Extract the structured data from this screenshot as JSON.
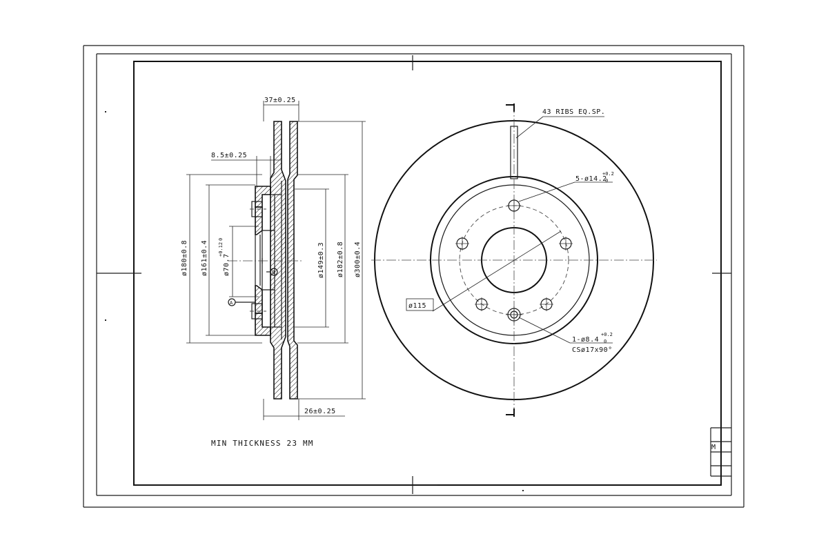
{
  "labels": {
    "width_total": "37±0.25",
    "hat_offset": "8.5±0.25",
    "hub_depth": "26±0.25",
    "dia_180": "ø180±0.8",
    "dia_161": "ø161±0.4",
    "dia_70": "ø70.7",
    "dia_70_tol_upper": "+0.12",
    "dia_70_tol_lower": "0",
    "dia_149": "ø149±0.3",
    "dia_182": "ø182±0.8",
    "dia_300": "ø300±0.4",
    "datum_a": "A",
    "datum_b": "B",
    "ribs": "43 RIBS EQ.SP.",
    "bolt_holes": "5-ø14.2",
    "bolt_tol_upper": "+0.2",
    "bolt_tol_lower": "0",
    "pcd": "ø115",
    "locating_hole": "1-ø8.4",
    "locating_tol_upper": "+0.2",
    "locating_tol_lower": "0",
    "countersink": "CSø17x90°",
    "min_thickness": "MIN THICKNESS 23 MM",
    "title_block_mark": "M"
  }
}
